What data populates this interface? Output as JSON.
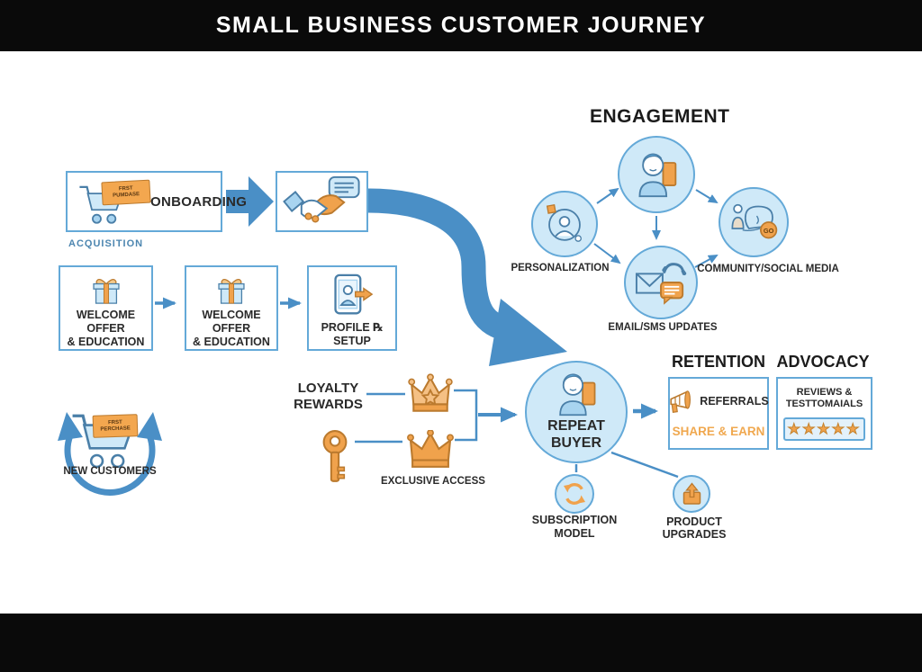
{
  "title": "SMALL BUSINESS CUSTOMER JOURNEY",
  "acquisition": {
    "stage_label": "ACQUISITION",
    "onboarding_label": "ONBOARDING",
    "cart_tag": {
      "line1": "FRST",
      "line2": "PUMDASE"
    }
  },
  "nurture": {
    "welcome1": {
      "line1": "WELCOME OFFER",
      "line2": "& EDUCATION"
    },
    "welcome2": {
      "line1": "WELCOME OFFER",
      "line2": "& EDUCATION"
    },
    "profile": {
      "line1": "PROFILE ℞",
      "line2": "SETUP"
    }
  },
  "engagement": {
    "heading": "ENGAGEMENT",
    "personalization_label": "PERSONALIZATION",
    "community_label": "COMMUNITY/SOCIAL MEDIA",
    "email_label": "EMAIL/SMS UPDATES",
    "go_badge": "GO"
  },
  "loyalty": {
    "rewards": {
      "line1": "LOYALTY",
      "line2": "REWARDS"
    },
    "exclusive_label": "EXCLUSIVE ACCESS"
  },
  "repeat_buyer": {
    "line1": "REPEAT",
    "line2": "BUYER"
  },
  "retention": {
    "heading": "RETENTION",
    "referrals_label": "REFERRALS",
    "share_label": "SHARE & EARN"
  },
  "advocacy": {
    "heading": "ADVOCACY",
    "reviews": {
      "line1": "REVIEWS &",
      "line2": "TESTTOMAIALS"
    },
    "stars": "★★★★★"
  },
  "expansion": {
    "subscription": {
      "line1": "SUBSCRIPTION",
      "line2": "MODEL"
    },
    "upgrades_label": "PRODUCT UPGRADES"
  },
  "new_customers": {
    "label": "NEW CUSTOMERS",
    "cart_tag": {
      "line1": "FRST",
      "line2": "PERCHASE"
    }
  },
  "colors": {
    "accent_blue": "#4a8fc6",
    "border_blue": "#64a9d8",
    "light_blue_fill": "#d2eaf8",
    "orange": "#f0a24c",
    "bar_black": "#0a0a0a"
  }
}
